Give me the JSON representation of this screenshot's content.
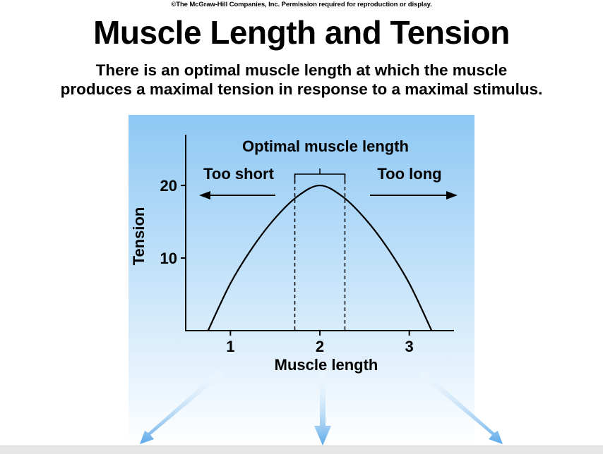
{
  "header": {
    "copyright": "©The McGraw-Hill Companies, Inc. Permission required for reproduction or display.",
    "title": "Muscle Length and Tension",
    "subtitle_line1": "There is an optimal muscle length at which the muscle",
    "subtitle_line2": "produces a maximal tension in response to a maximal stimulus."
  },
  "colors": {
    "panel_top": "#8ec8f4",
    "panel_bottom": "#ffffff",
    "arrow_blue": "#5aa8e8"
  },
  "chart_data": {
    "type": "line",
    "xlabel": "Muscle length",
    "ylabel": "Tension",
    "xlim": [
      0.5,
      3.5
    ],
    "ylim": [
      0,
      27
    ],
    "x_ticks": [
      1,
      2,
      3
    ],
    "y_ticks": [
      10,
      20
    ],
    "series": [
      {
        "points": [
          {
            "x": 0.75,
            "y": 0
          },
          {
            "x": 1.0,
            "y": 6.5
          },
          {
            "x": 1.25,
            "y": 11.5
          },
          {
            "x": 1.5,
            "y": 15.5
          },
          {
            "x": 1.75,
            "y": 18.5
          },
          {
            "x": 2.0,
            "y": 20
          },
          {
            "x": 2.25,
            "y": 18.5
          },
          {
            "x": 2.5,
            "y": 15.5
          },
          {
            "x": 2.75,
            "y": 11.5
          },
          {
            "x": 3.0,
            "y": 6.5
          },
          {
            "x": 3.25,
            "y": 0
          }
        ]
      }
    ],
    "optimal_range": [
      1.72,
      2.28
    ],
    "annotations": {
      "optimal": "Optimal muscle length",
      "too_short": "Too short",
      "too_long": "Too long"
    }
  }
}
